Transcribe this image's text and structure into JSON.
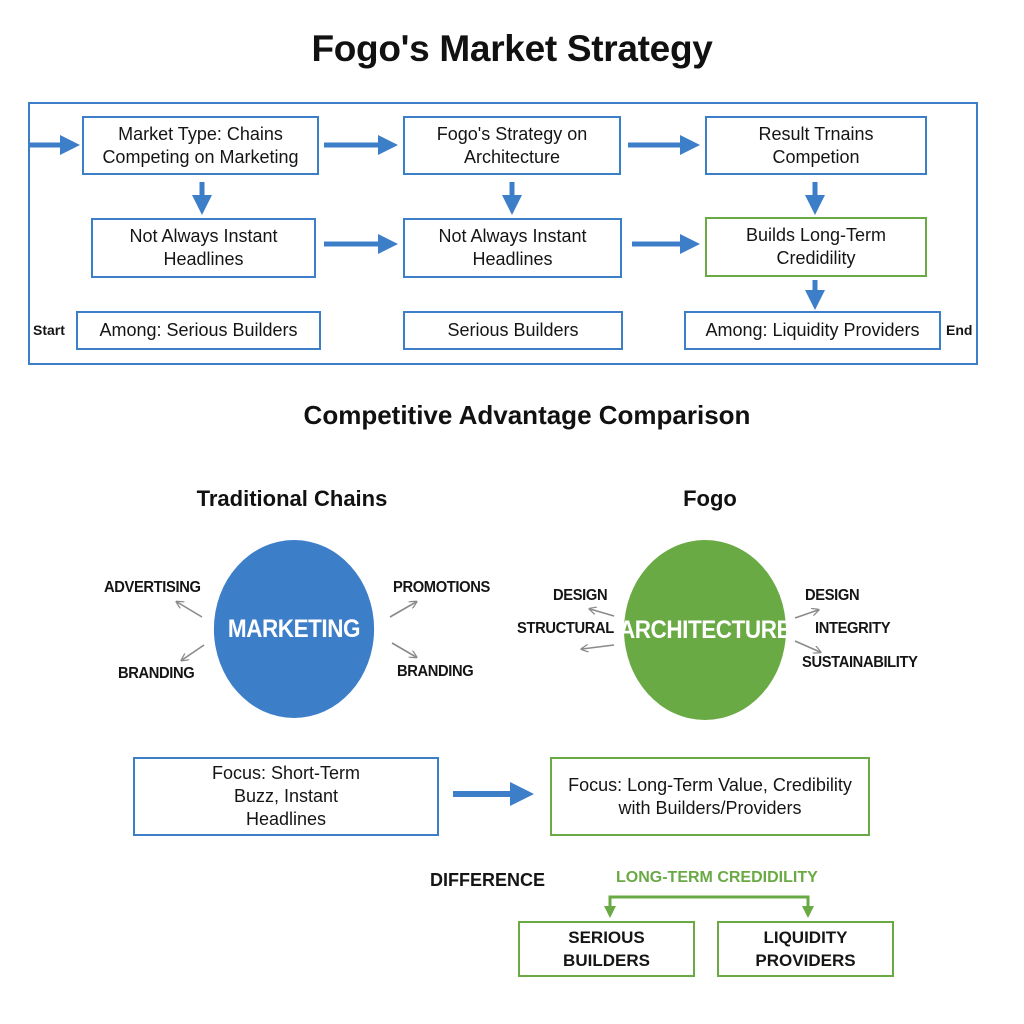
{
  "title": "Fogo's Market Strategy",
  "flow": {
    "start_label": "Start",
    "end_label": "End",
    "row1": [
      "Market Type: Chains Competing on Marketing",
      "Fogo's Strategy on Architecture",
      "Result Trnains Competion"
    ],
    "row2": [
      "Not Always Instant Headlines",
      "Not Always Instant Headlines",
      "Builds Long-Term Credidility"
    ],
    "row3": [
      "Among: Serious Builders",
      "Serious Builders",
      "Among: Liquidity Providers"
    ]
  },
  "comparison": {
    "heading": "Competitive Advantage Comparison",
    "left": {
      "title": "Traditional Chains",
      "center": "MARKETING",
      "keywords": [
        "ADVERTISING",
        "BRANDING",
        "PROMOTIONS",
        "BRANDING"
      ],
      "focus": "Focus: Short-Term Buzz, Instant Headlines"
    },
    "right": {
      "title": "Fogo",
      "center": "ARCHITECTURE",
      "keywords": [
        "DESIGN",
        "STRUCTURAL",
        "DESIGN",
        "INTEGRITY",
        "SUSTAINABILITY"
      ],
      "focus": "Focus: Long-Term Value, Credibility with Builders/Providers"
    },
    "difference_label": "DIFFERENCE",
    "difference_value": "LONG-TERM CREDIDILITY",
    "targets": [
      "SERIOUS BUILDERS",
      "LIQUIDITY PROVIDERS"
    ]
  },
  "colors": {
    "blue": "#3d7ec9",
    "green": "#6aaa45",
    "arrow_gray": "#8a8a8a"
  }
}
